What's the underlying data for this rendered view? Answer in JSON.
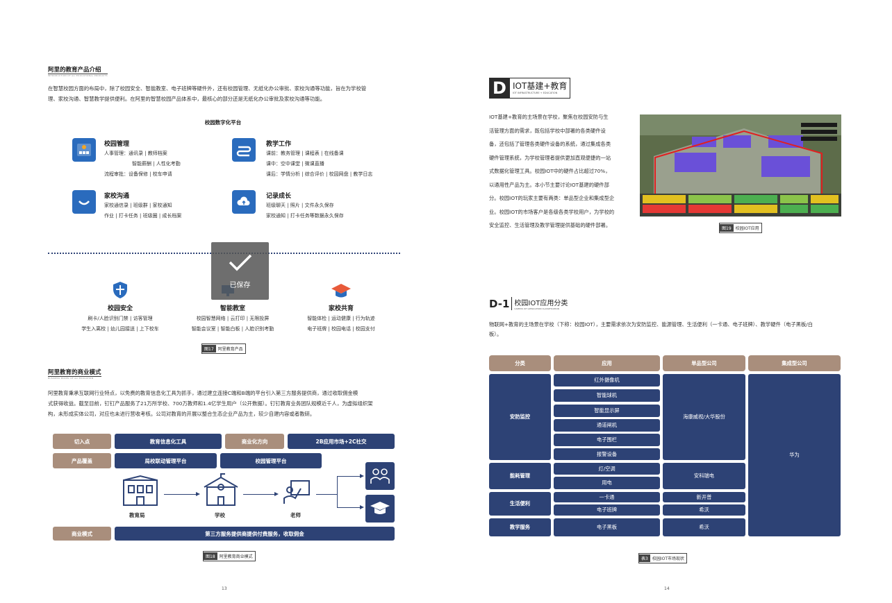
{
  "left": {
    "section1": {
      "title": "阿里的教育产品介绍",
      "subtitle": "INTRODUCTION OF ALI EDUCATIONAL PRODUCTS",
      "para": [
        "在智慧校园方面的布局中，除了校园安全、智能教室、电子班牌等硬件外，还有校园管理、无纸化办公审批、家校沟通等功能，旨在为学校管",
        "理、家校沟通、智慧教学提供便利。在阿里的智慧校园产品体系中，最核心的部分还是无纸化办公审批及家校沟通等功能。"
      ]
    },
    "platform_title": "校园数字化平台",
    "platform_items": [
      {
        "title": "校园管理",
        "lines": [
          "人事管理：通讯录 | 教师档案",
          "智能薪酬 | 人性化考勤",
          "流程审批：设备保修 | 校车申请"
        ]
      },
      {
        "title": "教学工作",
        "lines": [
          "课前：教务管理 | 课程表 | 在线备课",
          "课中：空中课堂 | 微课直播",
          "课后：学情分析 | 综合评价 | 校园网盘 | 教学日志"
        ]
      },
      {
        "title": "家校沟通",
        "lines": [
          "家校通信录 | 班级群 | 家校通知",
          "作业 | 打卡任务 | 班级圈 | 成长档案"
        ]
      },
      {
        "title": "记录成长",
        "lines": [
          "班级聊天 | 照片 | 文件永久保存",
          "家校通知 | 打卡任务等数据永久保存"
        ]
      }
    ],
    "hardware_items": [
      {
        "title": "校园安全",
        "lines": [
          "刷卡/人脸识别门禁 | 访客管理",
          "学生入离校 | 幼儿园接送 | 上下校车"
        ]
      },
      {
        "title": "智能教室",
        "lines": [
          "校园智慧网络 | 云打印 | 无限投屏",
          "智能会议室 | 智能白板 | 人脸识别考勤"
        ]
      },
      {
        "title": "家校共育",
        "lines": [
          "智能体检 | 运动健康 | 行为轨迹",
          "电子班牌 | 校园电话 | 校园支付"
        ]
      }
    ],
    "saved_overlay": "已保存",
    "fig17": {
      "num": "图17",
      "text": "阿里教育产品"
    },
    "section2": {
      "title": "阿里教育的商业模式",
      "subtitle": "BUSINESS MODEL OF ALI EDUCATION",
      "para": [
        "阿里教育秉承互联网行业特点，以免费的教育信息化工具为抓手，通过建立连接C端和B端的平台引入第三方服务提供商，通过收取佣金模",
        "式获得收益。截至目前，钉钉产品服务了21万所学校、700万教师和1.4亿学生用户（公开数据）。钉钉教育业务团队规模近千人，为虚拟组织架",
        "构，未形成实体公司，对应也未进行营收考核。公司对教育的开展以整合生态企业产品为主，较少自建内容或者教研。"
      ]
    },
    "biz": {
      "r1": [
        "切入点",
        "教育信息化工具",
        "商业化方向",
        "2B应用市场+2C社交"
      ],
      "r2": [
        "产品覆盖",
        "局校联动管理平台",
        "校园管理平台"
      ],
      "nodes": [
        "教育局",
        "学校",
        "老师"
      ],
      "r3": [
        "商业模式",
        "第三方服务提供商提供付费服务，收取佣金"
      ]
    },
    "fig18": {
      "num": "图18",
      "text": "阿里教育商业模式"
    },
    "page_num": "13"
  },
  "right": {
    "d_letter": "D",
    "d_title": "IOT基建+教育",
    "d_sub": "IOT INFRASTRUCTURE + EDUCATION",
    "d_para": [
      "IOT基建+教育的主场景在学校，聚焦在校园安防与生",
      "活管理方面的需求，既包括学校中部署的各类硬件设",
      "备，还包括了管理各类硬件设备的系统，通过集成各类",
      "硬件管理系统，为学校管理者提供更加直观便捷的一站",
      "式数据化管理工具。校园IOT中的硬件占比超过70%，",
      "以通用性产品为主。本小节主要讨论IOT基建的硬件部",
      "分。校园IOT的玩家主要有两类：单品型企业和集成型企",
      "业。校园IOT的市场客户是各级各类学校用户，为学校的",
      "安全监控、生活管理及教学管理提供基础的硬件部署。"
    ],
    "fig19": {
      "num": "图19",
      "text": "校园IOT应用"
    },
    "d1_label": "D-1",
    "d1_title": "校园IOT应用分类",
    "d1_sub": "CAMPUS IOT APPLICATION CLASSIFICATION",
    "d1_para": [
      "物联网+教育的主场景在学校（下称：校园IOT），主要需求依次为安防监控、能源管理、生活便利（一卡通、电子班牌）、教学硬件（电子黑板/白",
      "板）。"
    ],
    "table": {
      "headers": [
        "分类",
        "应用",
        "单品型公司",
        "集成型公司"
      ],
      "categories": [
        "安防监控",
        "能耗管理",
        "生活便利",
        "教学服务"
      ],
      "apps": [
        "红外摄像机",
        "智能球机",
        "智能显示屏",
        "通道闸机",
        "电子围栏",
        "报警设备",
        "灯/空调",
        "用电",
        "一卡通",
        "电子班牌",
        "电子黑板"
      ],
      "single": [
        "海康威视/大华股份",
        "安科瑞电",
        "新开普",
        "希沃",
        "希沃"
      ],
      "integrated": "华为"
    },
    "tab3": {
      "num": "表3",
      "text": "校园IOT市场现状"
    },
    "page_num": "14"
  }
}
